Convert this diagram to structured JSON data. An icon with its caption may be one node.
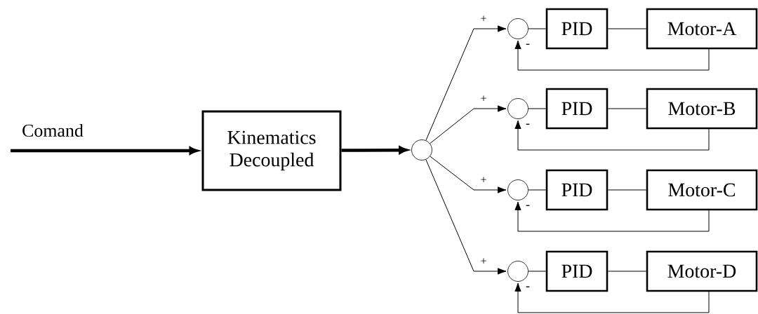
{
  "diagram": {
    "nodes": [
      {
        "text": [
          "Kinematics Decoupled"
        ]
      },
      {
        "text": [],
        "shape": "circle"
      },
      {
        "text": [],
        "shape": "circle"
      },
      {
        "text": [
          "PID"
        ]
      },
      {
        "text": [
          "Motor-A"
        ]
      },
      {
        "text": [],
        "shape": "circle"
      },
      {
        "text": [
          "PID"
        ]
      },
      {
        "text": [
          "Motor-B"
        ]
      },
      {
        "text": [],
        "shape": "circle"
      },
      {
        "text": [
          "PID"
        ]
      },
      {
        "text": [
          "Motor-C"
        ]
      },
      {
        "text": [],
        "shape": "circle"
      },
      {
        "text": [
          "PID"
        ]
      },
      {
        "text": [
          "Motor-D"
        ]
      }
    ],
    "edges": [
      {
        "from": null,
        "to": 0,
        "arrow": "to",
        "label": "Comand",
        "style": "thick"
      },
      {
        "from": 0,
        "to": 1,
        "arrow": "to",
        "style": "thick"
      },
      {
        "from": 1,
        "to": 2,
        "arrow": "to",
        "label": "+"
      },
      {
        "from": 2,
        "to": 3,
        "arrow": "none"
      },
      {
        "from": 3,
        "to": 4,
        "arrow": "none"
      },
      {
        "from": 4,
        "to": 2,
        "arrow": "to",
        "label": "-"
      },
      {
        "from": 1,
        "to": 5,
        "arrow": "to",
        "label": "+"
      },
      {
        "from": 5,
        "to": 6,
        "arrow": "none"
      },
      {
        "from": 6,
        "to": 7,
        "arrow": "none"
      },
      {
        "from": 7,
        "to": 5,
        "arrow": "to",
        "label": "-"
      },
      {
        "from": 1,
        "to": 8,
        "arrow": "to",
        "label": "+"
      },
      {
        "from": 8,
        "to": 9,
        "arrow": "none"
      },
      {
        "from": 9,
        "to": 10,
        "arrow": "none"
      },
      {
        "from": 10,
        "to": 8,
        "arrow": "to",
        "label": "-"
      },
      {
        "from": 1,
        "to": 11,
        "arrow": "to",
        "label": "+"
      },
      {
        "from": 11,
        "to": 12,
        "arrow": "none"
      },
      {
        "from": 12,
        "to": 13,
        "arrow": "none"
      },
      {
        "from": 13,
        "to": 11,
        "arrow": "to",
        "label": "-"
      }
    ]
  }
}
